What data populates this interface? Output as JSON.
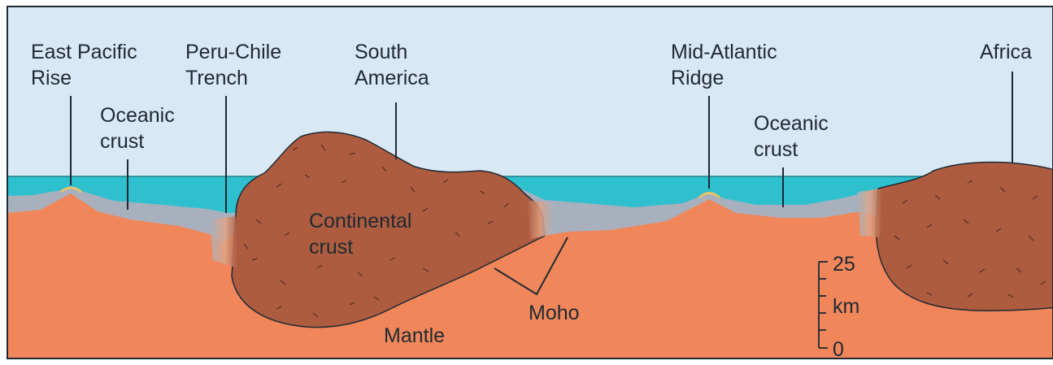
{
  "labels": {
    "east_pacific_rise": [
      "East Pacific",
      "Rise"
    ],
    "peru_chile_trench": [
      "Peru-Chile",
      "Trench"
    ],
    "south_america": [
      "South",
      "America"
    ],
    "mid_atlantic_ridge": [
      "Mid-Atlantic",
      "Ridge"
    ],
    "africa": "Africa",
    "oceanic_crust_left": [
      "Oceanic",
      "crust"
    ],
    "oceanic_crust_right": [
      "Oceanic",
      "crust"
    ],
    "continental_crust": [
      "Continental",
      "crust"
    ],
    "moho": "Moho",
    "mantle": "Mantle"
  },
  "scale_bar": {
    "top": "25",
    "unit": "km",
    "bottom": "0"
  },
  "colors": {
    "sky": "#d8e8f5",
    "ocean": "#2fc0cf",
    "oceanic_crust": "#a9b0bd",
    "continental_crust": "#ad5c40",
    "mantle": "#f0865a",
    "frame": "#1e2a33"
  }
}
